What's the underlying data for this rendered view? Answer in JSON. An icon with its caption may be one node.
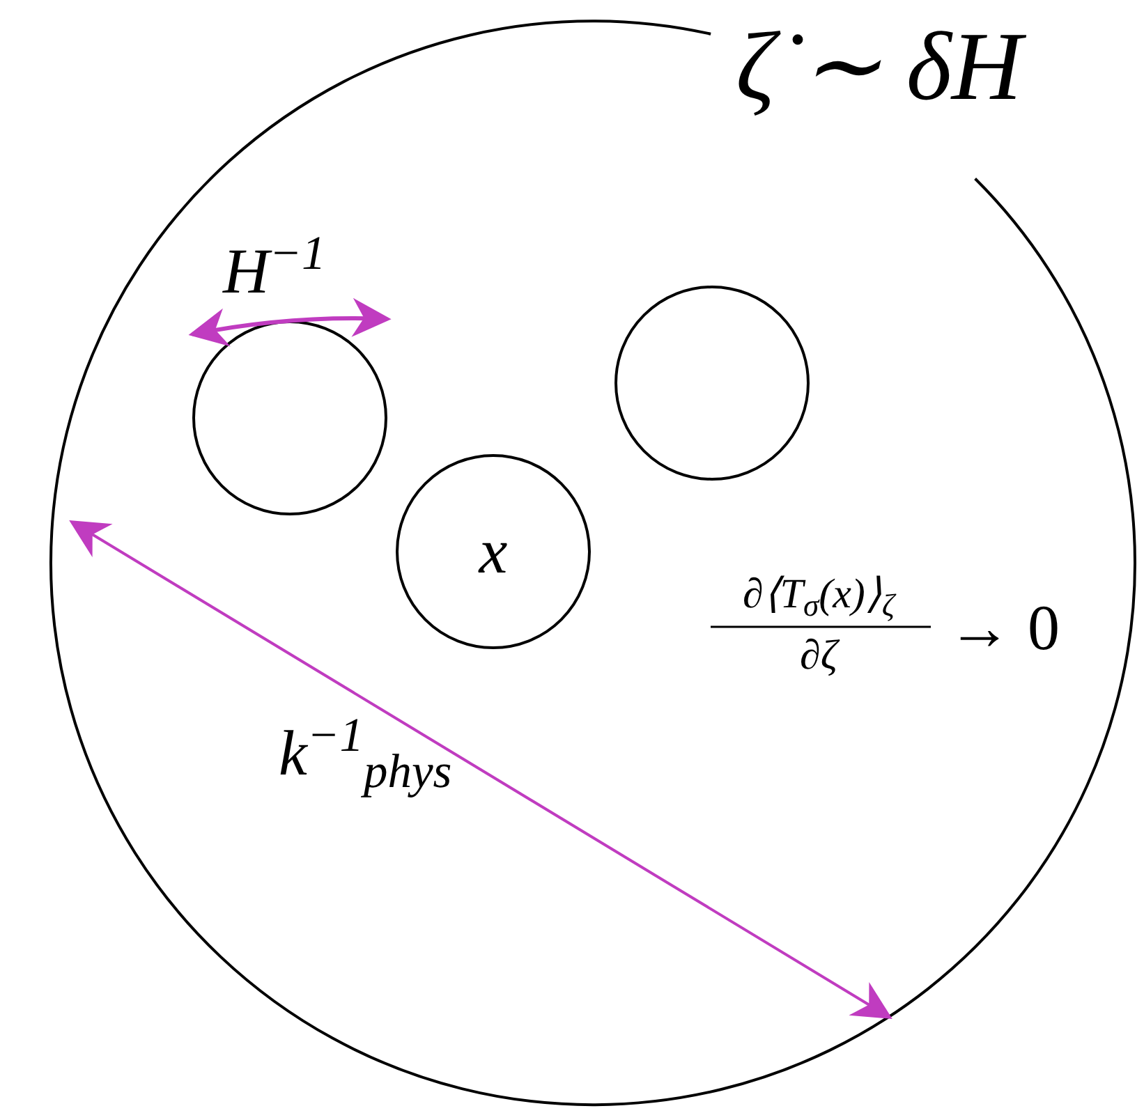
{
  "diagram": {
    "nodes": [
      {
        "text": [],
        "shape": "circle"
      },
      {
        "text": [],
        "shape": "circle",
        "in": 0
      },
      {
        "text": [
          "x"
        ],
        "in": 0
      },
      {
        "text": [],
        "shape": "circle",
        "in": 0
      }
    ],
    "labels": [
      "ζ̇ ∼ δH",
      "H$^{−1}$",
      "k$^{−1}$$_{phys}$",
      "∂⟨T$_{σ}$(x)⟩$_{ζ}$",
      "∂ζ",
      "→ 0"
    ]
  }
}
